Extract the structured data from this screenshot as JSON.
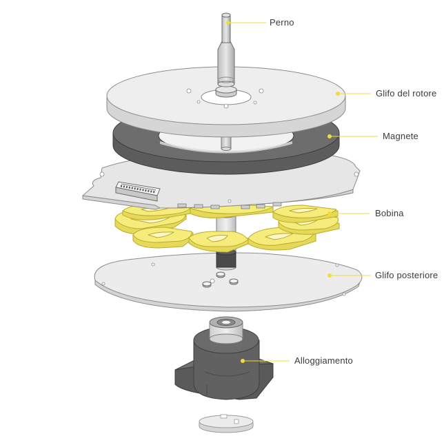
{
  "diagram": {
    "callout_color": "#f2dc3c",
    "coil_color": "#f5ec7c",
    "labels": {
      "pin": "Perno",
      "rotor_glyph": "Glifo del rotore",
      "magnet": "Magnete",
      "coil": "Bobina",
      "back_glyph": "Glifo posteriore",
      "housing": "Alloggiamento"
    }
  }
}
